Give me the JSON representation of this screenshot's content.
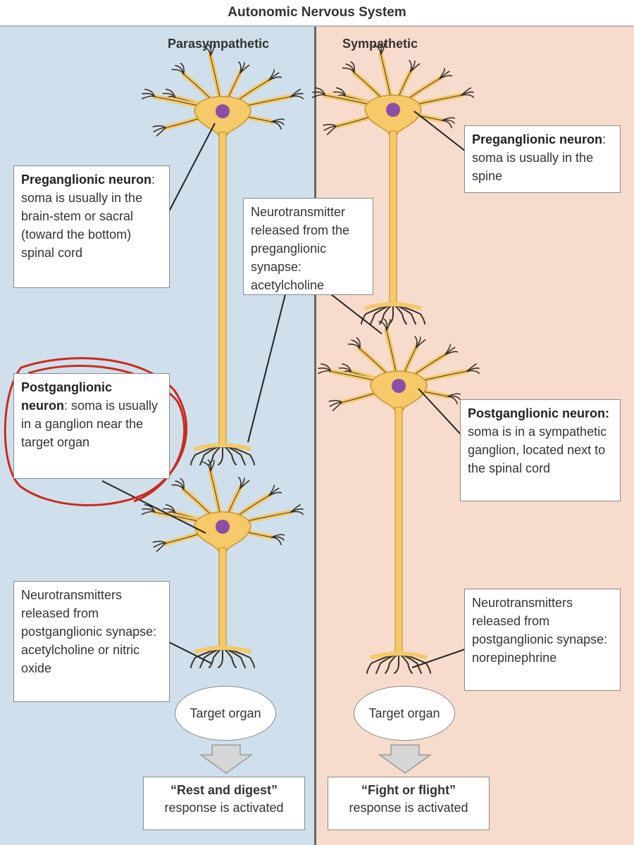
{
  "title": "Autonomic Nervous System",
  "parasympathetic": {
    "heading": "Parasympathetic",
    "pre_label_bold": "Preganglionic neuron",
    "pre_label_rest": ": soma is usually in the brain-stem or sacral (toward the bottom) spinal cord",
    "post_label_bold": "Postganglionic neuron",
    "post_label_rest": ": soma is usually in a ganglion near the target organ",
    "nt_box": "Neurotransmitters released from postganglionic synapse: acetylcholine or nitric oxide",
    "target": "Target organ",
    "response_bold": "“Rest and digest”",
    "response_rest": "response is activated"
  },
  "shared": {
    "pre_nt_box": "Neurotransmitter released from the preganglionic synapse: acetylcholine"
  },
  "sympathetic": {
    "heading": "Sympathetic",
    "pre_label_bold": "Preganglionic neuron",
    "pre_label_rest": ": soma is usually in the spine",
    "post_label_bold": "Postganglionic neuron:",
    "post_label_rest": " soma is in a sympathetic ganglion, located next to the spinal cord",
    "nt_box": "Neurotransmitters released from postganglionic synapse: norepinephrine",
    "target": "Target organ",
    "response_bold": "“Fight or flight”",
    "response_rest": "response is activated"
  },
  "colors": {
    "para_bg": "#cfe0ec",
    "symp_bg": "#f7dccd",
    "neuron_fill": "#f6c969",
    "neuron_stroke": "#c9952e",
    "nucleus": "#8a4fa6",
    "highlight_circle": "#cc2a1c"
  }
}
